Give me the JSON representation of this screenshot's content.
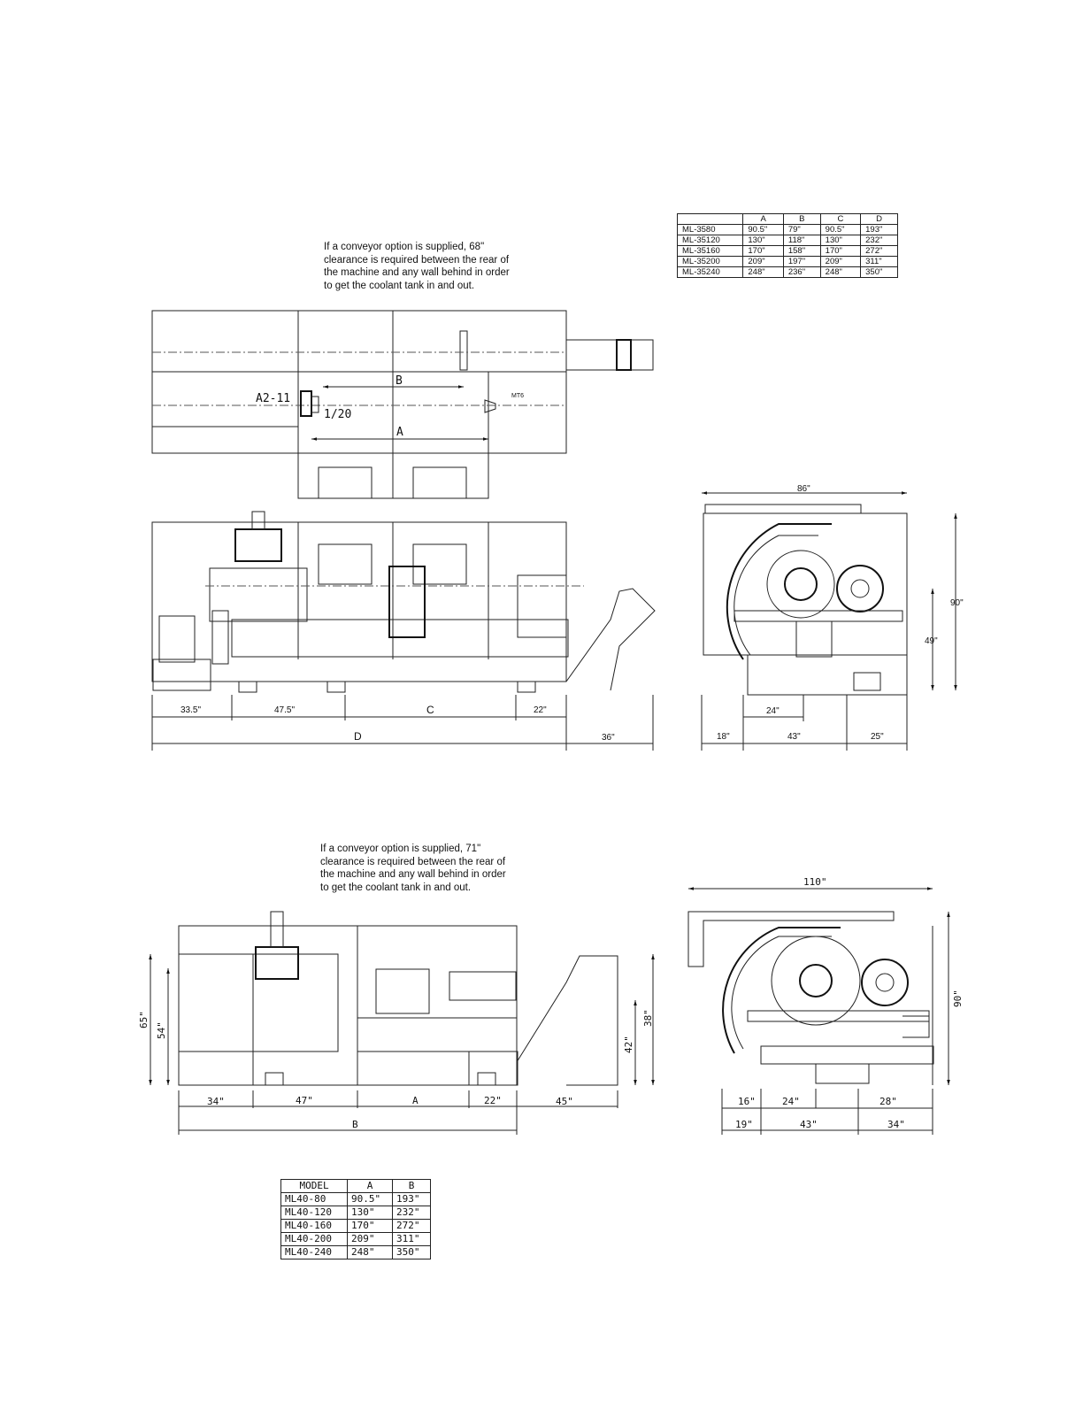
{
  "notes": {
    "top": "If a conveyor option is supplied, 68\"\nclearance is required between the rear of\nthe machine and any wall behind in order\nto get the coolant tank in and out.",
    "bottom": "If a conveyor option is supplied, 71\"\nclearance is required between the rear of\nthe machine and any wall behind in order\nto get the coolant tank in and out."
  },
  "table_ml35": {
    "headers": [
      "",
      "A",
      "B",
      "C",
      "D"
    ],
    "rows": [
      [
        "ML-3580",
        "90.5\"",
        "79\"",
        "90.5\"",
        "193\""
      ],
      [
        "ML-35120",
        "130\"",
        "118\"",
        "130\"",
        "232\""
      ],
      [
        "ML-35160",
        "170\"",
        "158\"",
        "170\"",
        "272\""
      ],
      [
        "ML-35200",
        "209\"",
        "197\"",
        "209\"",
        "311\""
      ],
      [
        "ML-35240",
        "248\"",
        "236\"",
        "248\"",
        "350\""
      ]
    ]
  },
  "table_ml40": {
    "headers": [
      "MODEL",
      "A",
      "B"
    ],
    "rows": [
      [
        "ML40-80",
        "90.5\"",
        "193\""
      ],
      [
        "ML40-120",
        "130\"",
        "232\""
      ],
      [
        "ML40-160",
        "170\"",
        "272\""
      ],
      [
        "ML40-200",
        "209\"",
        "311\""
      ],
      [
        "ML40-240",
        "248\"",
        "350\""
      ]
    ]
  },
  "top_view": {
    "spindle": "A2-11",
    "taper": "1/20",
    "dim_a": "A",
    "dim_b": "B",
    "tailstock": "MT6"
  },
  "front_view_1": {
    "d1": "33.5\"",
    "d2": "47.5\"",
    "d3": "C",
    "d4": "22\"",
    "total": "D",
    "conveyor": "36\""
  },
  "side_view_1": {
    "width": "86\"",
    "height": "90\"",
    "center_h": "49\"",
    "d24": "24\"",
    "d18": "18\"",
    "d43": "43\"",
    "d25": "25\""
  },
  "front_view_2": {
    "d1": "34\"",
    "d2": "47\"",
    "d3": "A",
    "d4": "22\"",
    "conveyor": "45\"",
    "total": "B",
    "h65": "65\"",
    "h54": "54\"",
    "h38": "38\"",
    "h42": "42\""
  },
  "side_view_2": {
    "width": "110\"",
    "height": "90\"",
    "d16": "16\"",
    "d24": "24\"",
    "d28": "28\"",
    "d19": "19\"",
    "d43": "43\"",
    "d34": "34\""
  }
}
